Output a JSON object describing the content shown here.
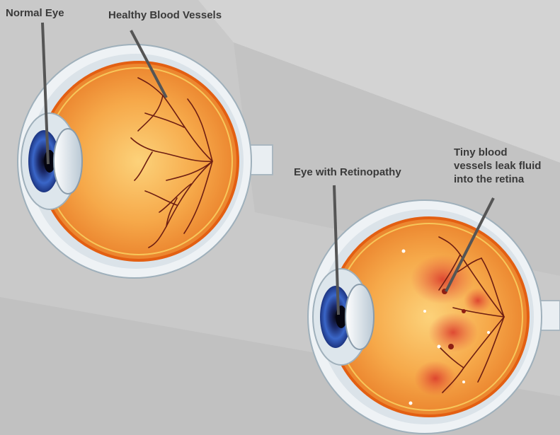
{
  "labels": {
    "normal_eye": "Normal Eye",
    "healthy_vessels": "Healthy Blood Vessels",
    "retinopathy_eye": "Eye with Retinopathy",
    "leak_line1": "Tiny blood",
    "leak_line2": "vessels leak fluid",
    "leak_line3": "into the retina"
  },
  "colors": {
    "background": "#c9c9c9",
    "sclera": "#eef2f5",
    "eyeball_fill": "#f29a3a",
    "eyeball_center": "#fbc768",
    "retina_edge": "#e86d1d",
    "vessel": "#6e1e12",
    "iris": "#2c4fb0",
    "label_text": "#3a3a3a",
    "pointer": "#555555",
    "hemorrhage": "#d9352a"
  }
}
